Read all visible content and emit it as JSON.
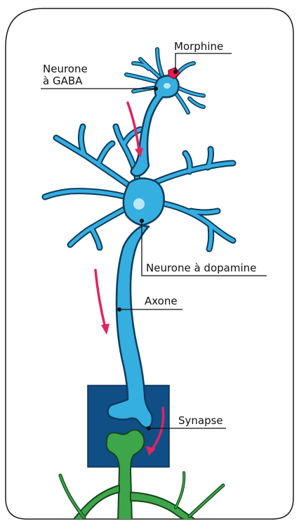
{
  "labels": {
    "morphine": "Morphine",
    "gaba_line1": "Neurone",
    "gaba_line2": "à GABA",
    "dopamine": "Neurone à dopamine",
    "axone": "Axone",
    "synapse": "Synapse"
  },
  "colors": {
    "neuron_fill": "#35aee0",
    "neuron_dark": "#0b3c5d",
    "nucleus": "#b9e8f8",
    "synapse_box": "#0f4f86",
    "postsynaptic": "#3ea64a",
    "arrow": "#e0245e",
    "morphine": "#e8194f",
    "frame": "#1a1a1a"
  }
}
